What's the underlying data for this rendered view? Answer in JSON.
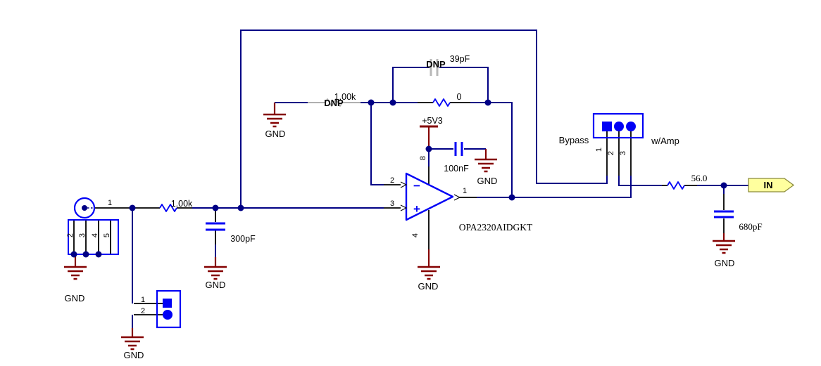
{
  "colors": {
    "wire": "#000085",
    "symbol_blue": "#0000f5",
    "pin_black": "#000000",
    "ground_red": "#840000",
    "dnp_gray": "#b0b0b0",
    "port_fill": "#ffff9e",
    "port_border": "#8b8b3d"
  },
  "schematic": {
    "coax_connector": {
      "pin1": "1",
      "shield_pins": [
        "2",
        "3",
        "4",
        "5"
      ],
      "gnd": "GND"
    },
    "input_jumper": {
      "pin1": "1",
      "pin2": "2",
      "gnd": "GND"
    },
    "input_resistor": {
      "value": "1.00k"
    },
    "input_cap": {
      "value": "300pF",
      "gnd": "GND"
    },
    "dnp_resistor": {
      "dnp": "DNP",
      "value": "1.00k",
      "gnd": "GND"
    },
    "dnp_cap": {
      "dnp": "DNP",
      "value": "39pF"
    },
    "zero_resistor": {
      "value": "0"
    },
    "power_rail": {
      "net": "+5V3"
    },
    "decoupling_cap": {
      "value": "100nF",
      "gnd": "GND"
    },
    "opamp": {
      "part": "OPA2320AIDGKT",
      "pin_inv": "2",
      "pin_noninv": "3",
      "pin_out": "1",
      "pin_vcc": "8",
      "pin_vee": "4",
      "minus": "−",
      "plus": "+",
      "gnd": "GND"
    },
    "mode_jumper": {
      "bypass": "Bypass",
      "with_amp": "w/Amp",
      "pin1": "1",
      "pin2": "2",
      "pin3": "3"
    },
    "output_resistor": {
      "value": "56.0"
    },
    "output_cap": {
      "value": "680pF",
      "gnd": "GND"
    },
    "output_port": {
      "label": "IN"
    }
  }
}
